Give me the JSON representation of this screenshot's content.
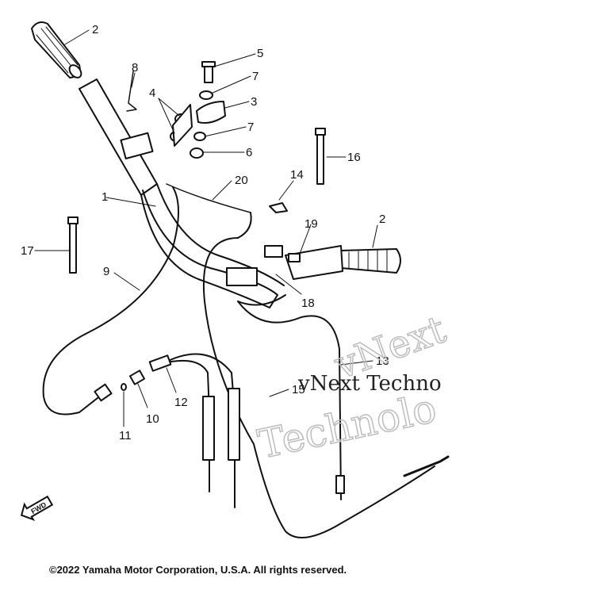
{
  "callouts": {
    "c1": "1",
    "c2a": "2",
    "c2b": "2",
    "c3": "3",
    "c4": "4",
    "c5": "5",
    "c6": "6",
    "c7a": "7",
    "c7b": "7",
    "c8": "8",
    "c9": "9",
    "c10": "10",
    "c11": "11",
    "c12": "12",
    "c13": "13",
    "c14": "14",
    "c15": "15",
    "c16": "16",
    "c17": "17",
    "c18": "18",
    "c19": "19",
    "c20": "20"
  },
  "fwd_label": "FWD",
  "watermark": {
    "line1": "vNext",
    "line2": "vNext Techno",
    "line3": "Technolo"
  },
  "copyright": "©2022 Yamaha Motor Corporation, U.S.A. All rights reserved."
}
